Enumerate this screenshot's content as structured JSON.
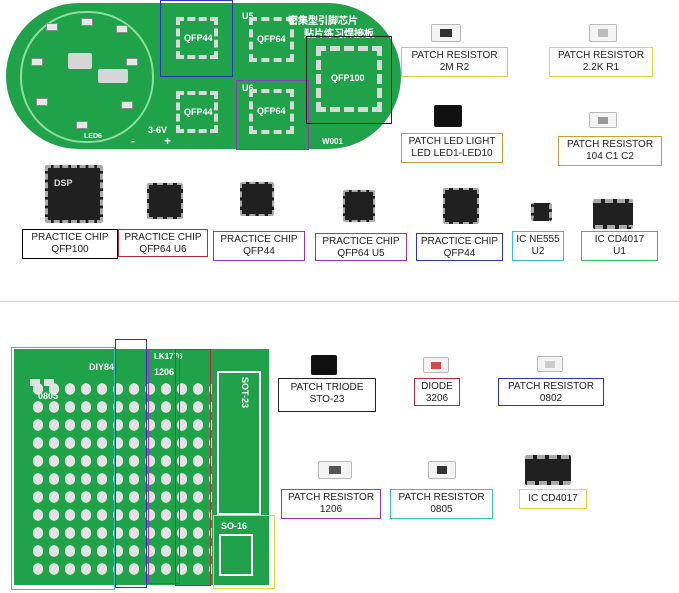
{
  "colors": {
    "pcb_green": "#1fa24a",
    "chip_black": "#202020",
    "silk_white": "#ffffff",
    "blue_box": "#2a35b8",
    "purple_box": "#9a36b7",
    "red_box": "#b82a3a",
    "yellow_box": "#e4db3a",
    "orange_box": "#d59a3a",
    "cyan_box": "#35c4c4",
    "green_box": "#3ac25a"
  },
  "board1": {
    "title_cn_1": "密集型引脚芯片",
    "title_cn_2": "贴片练习焊接板",
    "chip_labels": [
      "QFP44",
      "QFP64",
      "QFP44",
      "QFP64",
      "QFP100"
    ],
    "u5": "U5",
    "u6": "U6",
    "voltage": "3-6V",
    "model": "W001",
    "led": "LED6",
    "minus": "-",
    "plus": "+"
  },
  "parts_top": [
    {
      "line1": "PATCH RESISTOR",
      "line2": "2M R2"
    },
    {
      "line1": "PATCH RESISTOR",
      "line2": "2.2K R1"
    },
    {
      "line1": "PATCH LED LIGHT",
      "line2": "LED LED1-LED10"
    },
    {
      "line1": "PATCH RESISTOR",
      "line2": "104 C1 C2"
    }
  ],
  "chips_row": [
    {
      "line1": "PRACTICE CHIP",
      "line2": "QFP100",
      "mark": "DSP"
    },
    {
      "line1": "PRACTICE CHIP",
      "line2": "QFP64 U6"
    },
    {
      "line1": "PRACTICE CHIP",
      "line2": "QFP44"
    },
    {
      "line1": "PRACTICE CHIP",
      "line2": "QFP64 U5"
    },
    {
      "line1": "PRACTICE CHIP",
      "line2": "QFP44"
    },
    {
      "line1": "IC NE555",
      "line2": "U2"
    },
    {
      "line1": "IC CD4017",
      "line2": "U1"
    }
  ],
  "board2": {
    "diy": "DIY84",
    "pkg_0805": "0805",
    "pkg_1206": "1206",
    "lk": "LK1776",
    "sot": "SOT-23",
    "so": "SO-16"
  },
  "parts_bottom": [
    {
      "line1": "PATCH TRIODE",
      "line2": "STO-23"
    },
    {
      "line1": "DIODE",
      "line2": "3206"
    },
    {
      "line1": "PATCH RESISTOR",
      "line2": "0802"
    },
    {
      "line1": "PATCH RESISTOR",
      "line2": "1206"
    },
    {
      "line1": "PATCH RESISTOR",
      "line2": "0805"
    },
    {
      "line1": "IC CD4017",
      "line2": ""
    }
  ]
}
